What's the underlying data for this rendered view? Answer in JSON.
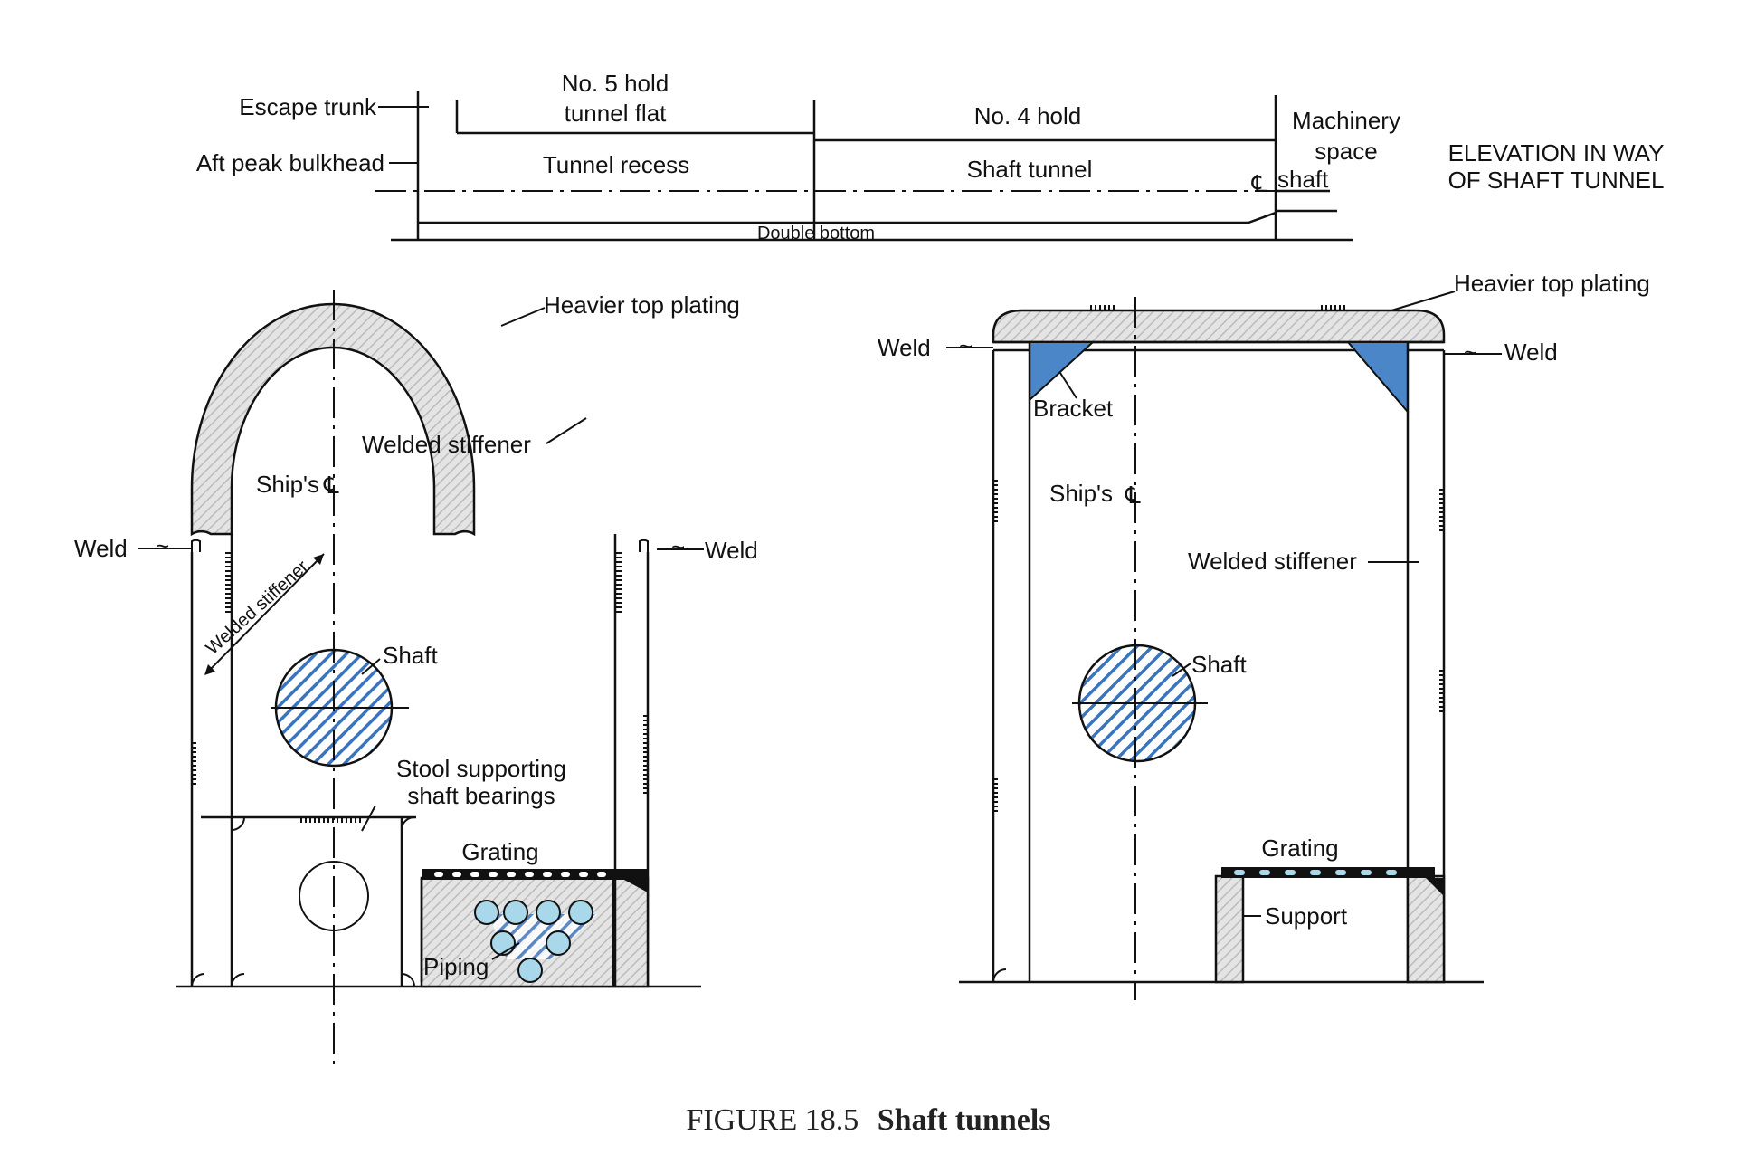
{
  "elevation": {
    "escape_trunk": "Escape trunk",
    "aft_peak_bulkhead": "Aft peak bulkhead",
    "no5_hold_line1": "No. 5 hold",
    "no5_hold_line2": "tunnel flat",
    "tunnel_recess": "Tunnel recess",
    "no4_hold": "No. 4 hold",
    "shaft_tunnel": "Shaft tunnel",
    "machinery_line1": "Machinery",
    "machinery_line2": "space",
    "shaft": "shaft",
    "double_bottom": "Double bottom",
    "title_line1": "ELEVATION IN WAY",
    "title_line2": "OF SHAFT TUNNEL"
  },
  "left_section": {
    "heavier_top_plating": "Heavier top plating",
    "welded_stiffener_top": "Welded stiffener",
    "ships_cl": "Ship's",
    "weld_left": "Weld",
    "weld_right": "Weld",
    "welded_stiffener_diag": "Welded stiffener",
    "shaft": "Shaft",
    "stool_line1": "Stool supporting",
    "stool_line2": "shaft bearings",
    "grating": "Grating",
    "piping": "Piping"
  },
  "right_section": {
    "heavier_top_plating": "Heavier top plating",
    "weld_left": "Weld",
    "weld_right": "Weld",
    "bracket": "Bracket",
    "ships_cl": "Ship's",
    "welded_stiffener": "Welded stiffener",
    "shaft": "Shaft",
    "grating": "Grating",
    "support": "Support"
  },
  "caption": {
    "figure": "FIGURE 18.5",
    "title": "Shaft tunnels"
  },
  "colors": {
    "bracket": "#4a86c8",
    "shaft_hatch": "#3a74bf",
    "pipe": "#a8d8ea",
    "plate_hatch": "#bbbbbb"
  },
  "icons": {
    "centreline_symbol": "centreline-icon",
    "weld_symbol": "weld-icon"
  }
}
